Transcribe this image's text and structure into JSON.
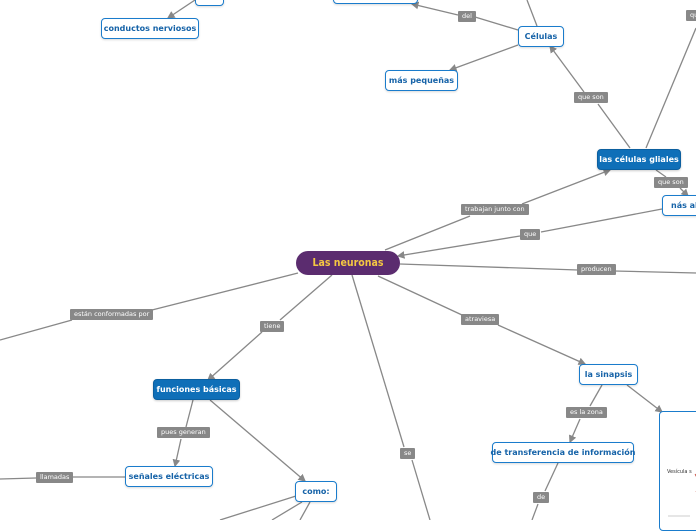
{
  "central": "Las neuronas",
  "nodes": {
    "conductos": "conductos nerviosos",
    "celulas": "Células",
    "mas_pequenas": "más pequeñas",
    "celulas_gliales": "las células gliales",
    "mas_ab": "nás ab",
    "funciones": "funciones básicas",
    "senales": "señales eléctricas",
    "como": "como:",
    "sinapsis": "la sinapsis",
    "transferencia": "de transferencia de información"
  },
  "links": {
    "del": "del",
    "que_son_1": "que son",
    "que_son_2": "que son",
    "que": "que",
    "trabajan": "trabajan junto con",
    "producen": "producen",
    "estan": "están conformadas por",
    "tiene": "tiene",
    "atraviesa": "atraviesa",
    "pues": "pues generan",
    "llamadas": "llamadas",
    "es_la_zona": "es la zona",
    "se": "se",
    "de": "de",
    "qu": "qu"
  },
  "image_node": {
    "caption": "Vesícula s"
  },
  "colors": {
    "central_bg": "#5b2c6f",
    "central_text": "#f5c842",
    "node_border": "#1a7ccc",
    "filled_node": "#0f6fb8",
    "link_label": "#888888",
    "edge": "#888888"
  }
}
